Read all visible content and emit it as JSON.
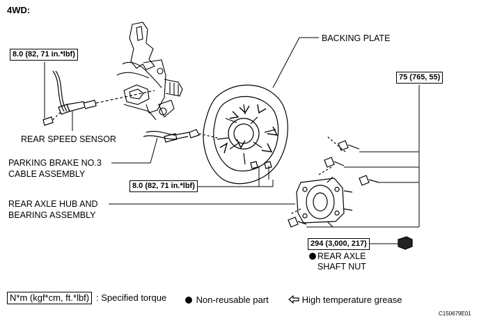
{
  "header": {
    "title": "4WD:"
  },
  "torques": {
    "sensor_bolt": "8.0 (82, 71 in.*lbf)",
    "hub_bolts": "75 (765, 55)",
    "plate_bolts": "8.0 (82, 71 in.*lbf)",
    "axle_nut": "294 (3,000, 217)"
  },
  "labels": {
    "backing_plate": "BACKING PLATE",
    "rear_speed_sensor": "REAR SPEED SENSOR",
    "parking_brake_line1": "PARKING BRAKE NO.3",
    "parking_brake_line2": "CABLE ASSEMBLY",
    "hub_line1": "REAR AXLE HUB AND",
    "hub_line2": "BEARING ASSEMBLY",
    "axle_nut_line1": "REAR AXLE",
    "axle_nut_line2": "SHAFT NUT"
  },
  "legend": {
    "torque_unit": "N*m (kgf*cm, ft.*lbf)",
    "torque_desc": ": Specified torque",
    "non_reusable": "Non-reusable part",
    "grease": "High temperature grease"
  },
  "footer": {
    "code": "C150679E01"
  }
}
